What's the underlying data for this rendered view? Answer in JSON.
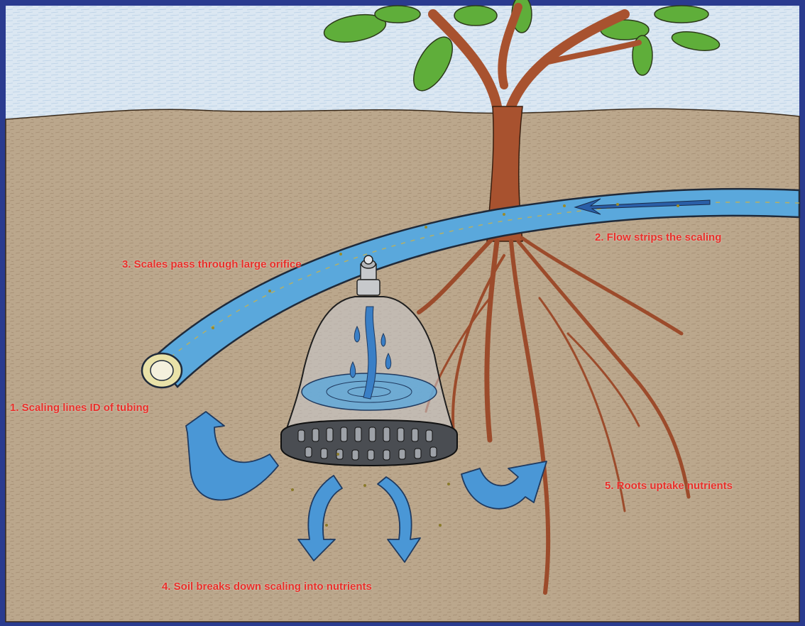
{
  "colors": {
    "frame": "#2a3b8f",
    "label": "#e8302a",
    "sky": "#cfe0f0",
    "soil": "#b8a48a",
    "soil_dark": "#8a6f55",
    "water": "#5aa8dc",
    "trunk": "#a8522f",
    "leaf": "#5fae3a",
    "dome": "#b9bcc0"
  },
  "labels": {
    "step1": "1. Scaling lines ID of tubing",
    "step2": "2. Flow strips the scaling",
    "step3": "3. Scales pass through large orifice",
    "step4": "4. Soil breaks down scaling into nutrients",
    "step5": "5. Roots uptake nutrients"
  }
}
